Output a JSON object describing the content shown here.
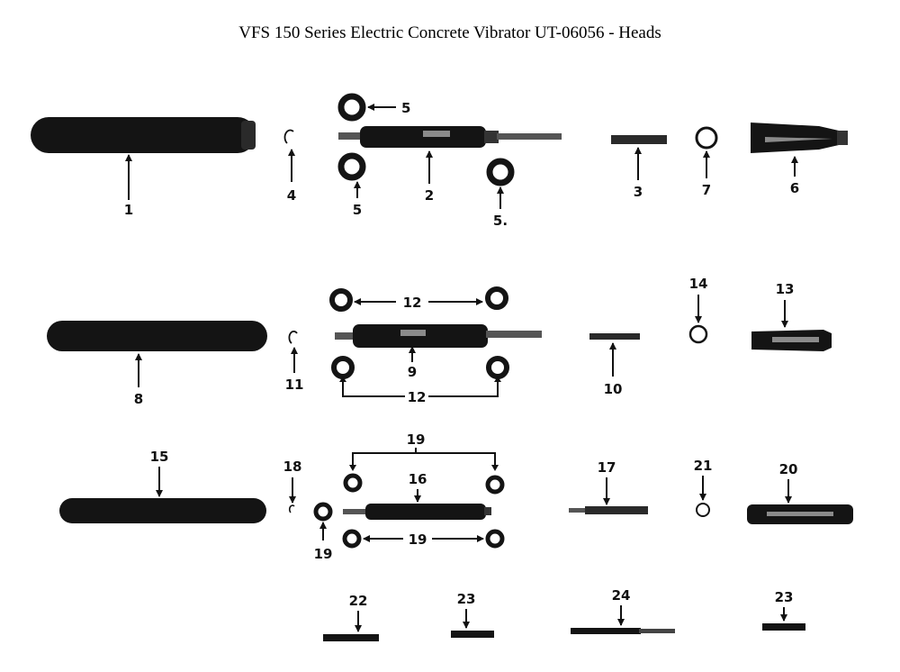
{
  "title": "VFS 150 Series Electric Concrete Vibrator UT-06056 - Heads",
  "labels": {
    "p1": "1",
    "p2": "2",
    "p3": "3",
    "p4": "4",
    "p5a": "5",
    "p5b": "5",
    "p5c": "5.",
    "p6": "6",
    "p7": "7",
    "p8": "8",
    "p9": "9",
    "p10": "10",
    "p11": "11",
    "p12a": "12",
    "p12b": "12",
    "p13": "13",
    "p14": "14",
    "p15": "15",
    "p16": "16",
    "p17": "17",
    "p18": "18",
    "p19a": "19",
    "p19b": "19",
    "p19c": "19",
    "p20": "20",
    "p21": "21",
    "p22": "22",
    "p23a": "23",
    "p24": "24",
    "p23b": "23"
  },
  "colors": {
    "ink": "#111111",
    "part": "#141414",
    "highlight": "#8a8a8a"
  }
}
